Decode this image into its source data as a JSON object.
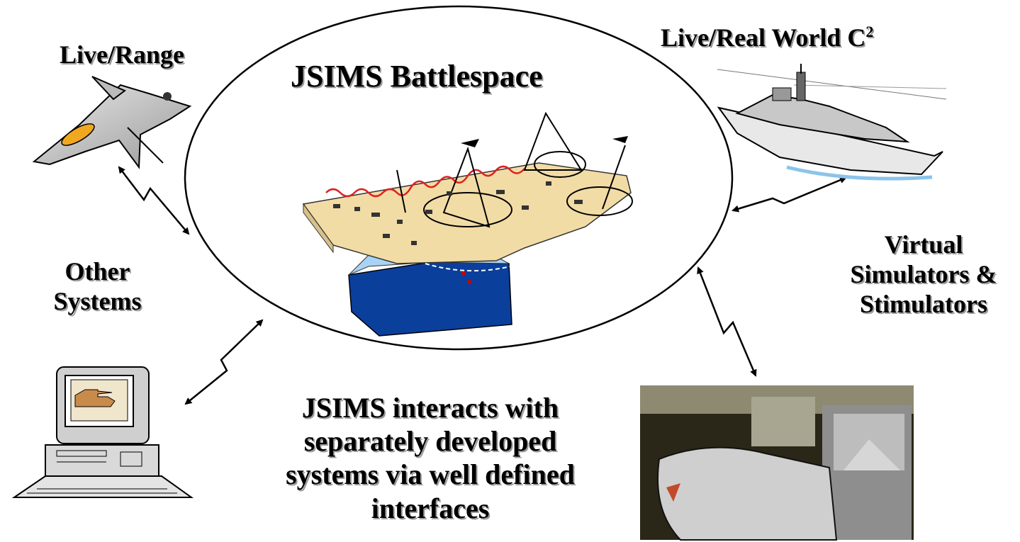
{
  "labels": {
    "live_range": "Live/Range",
    "battlespace_title": "JSIMS Battlespace",
    "live_real_world": "Live/Real World C",
    "live_real_world_sup": "2",
    "other_systems": [
      "Other",
      "Systems"
    ],
    "virtual_simulators": [
      "Virtual",
      "Simulators &",
      "Stimulators"
    ],
    "interacts": [
      "JSIMS interacts with",
      "separately developed",
      "systems via well defined",
      "interfaces"
    ]
  },
  "icons": [
    "fighter-jet-icon",
    "warship-icon",
    "computer-tank-icon",
    "simulator-photo",
    "battlespace-terrain-icon"
  ],
  "colors": {
    "ocean": "#0b3f9c",
    "shallow_water": "#a9d3f5",
    "terrain": "#f2dca5",
    "link_wave": "#e02020",
    "photo_dark": "#2a2718"
  }
}
